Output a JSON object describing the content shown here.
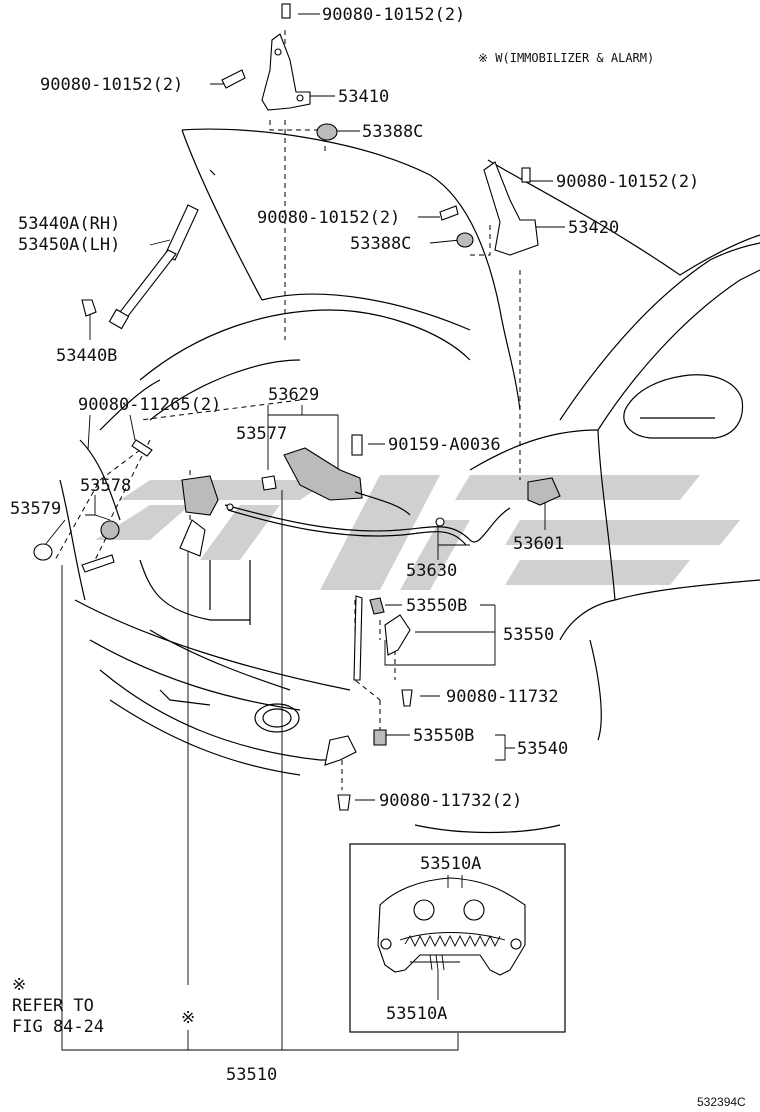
{
  "accent_color": "#000000",
  "watermark_color": "#c8c8c8",
  "header_note": "※ W(IMMOBILIZER & ALARM)",
  "parts": {
    "bolt_top": "90080-10152(2)",
    "bolt_left": "90080-10152(2)",
    "hinge_rh": "53410",
    "cushion_upper": "53388C",
    "bolt_right": "90080-10152(2)",
    "bolt_mid": "90080-10152(2)",
    "cushion_lower": "53388C",
    "hinge_lh": "53420",
    "support_rh": "53440A(RH)",
    "support_lh": "53450A(LH)",
    "support_stud": "53440B",
    "screw_upper_left": "90080-11265(2)",
    "lever": "53629",
    "latch_cover": "53577",
    "screw_clip": "90159-A0036",
    "cushion_578": "53578",
    "cushion_579": "53579",
    "cable": "53630",
    "switch": "53601",
    "clip_550b_upper": "53550B",
    "lock_assy_550": "53550",
    "bolt_11732": "90080-11732",
    "clip_550b_lower": "53550B",
    "lock_assy_540": "53540",
    "bolt_11732_2": "90080-11732(2)",
    "lock_510a_top": "53510A",
    "lock_510a_bottom": "53510A",
    "lock_assy_510": "53510"
  },
  "refer_note": {
    "mark": "※",
    "line1": "REFER TO",
    "line2": "FIG 84-24"
  },
  "mark_symbol": "※",
  "figure_code": "532394C"
}
